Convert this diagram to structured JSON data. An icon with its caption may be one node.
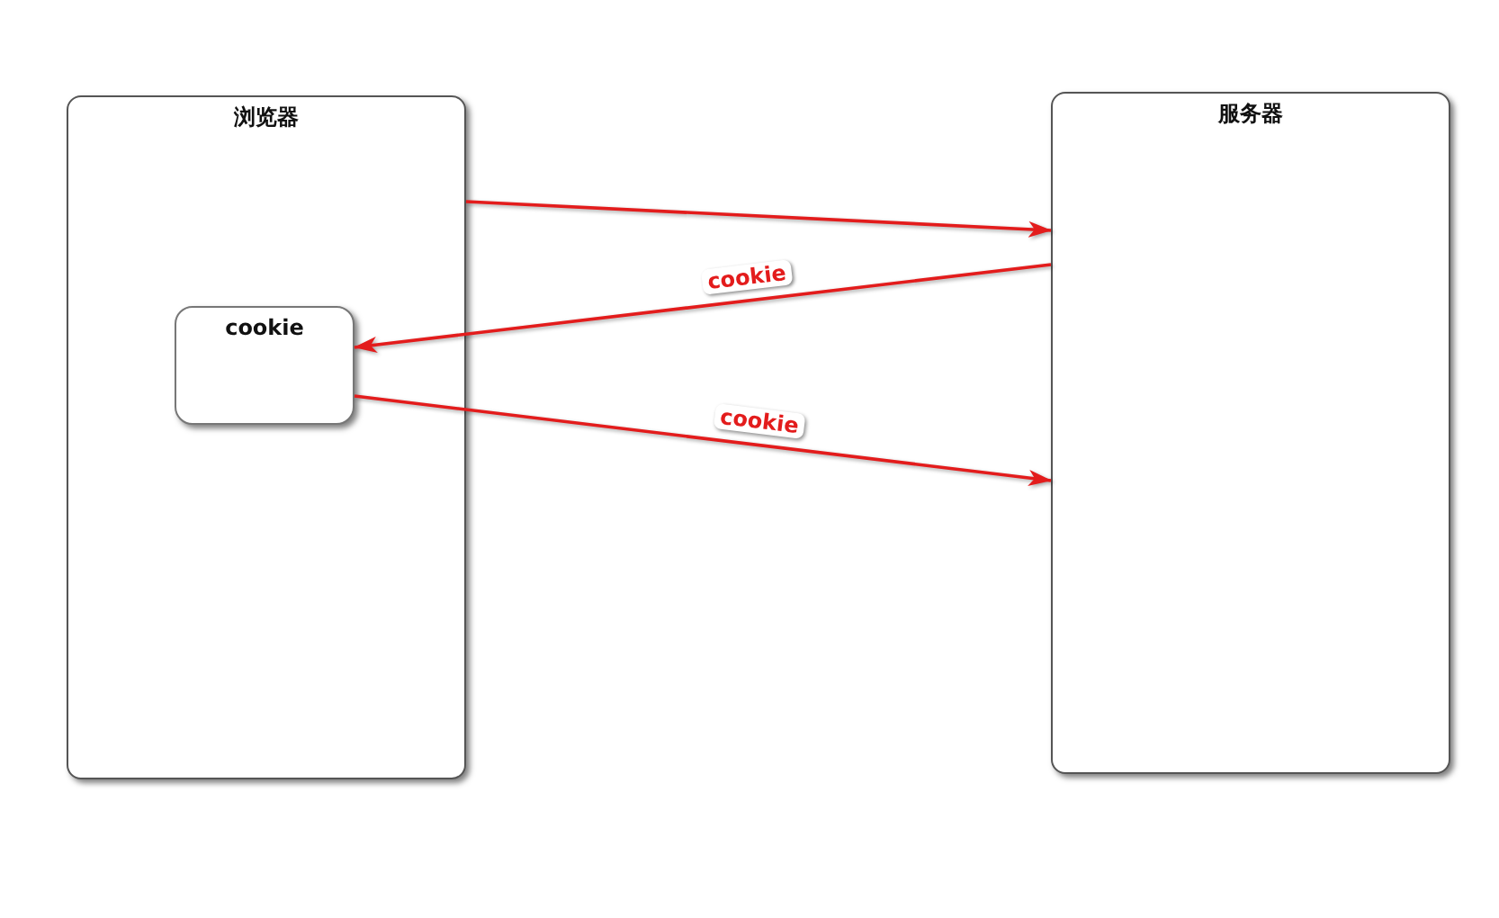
{
  "diagram": {
    "nodes": [
      {
        "text": [
          "浏览器"
        ]
      },
      {
        "text": [
          "cookie"
        ],
        "in": 0
      },
      {
        "text": [
          "服务器"
        ]
      }
    ],
    "edges": [
      {
        "from": 0,
        "to": 2,
        "arrow": "to"
      },
      {
        "from": 2,
        "to": 1,
        "arrow": "to",
        "label": "cookie"
      },
      {
        "from": 1,
        "to": 2,
        "arrow": "to",
        "label": "cookie"
      }
    ]
  }
}
